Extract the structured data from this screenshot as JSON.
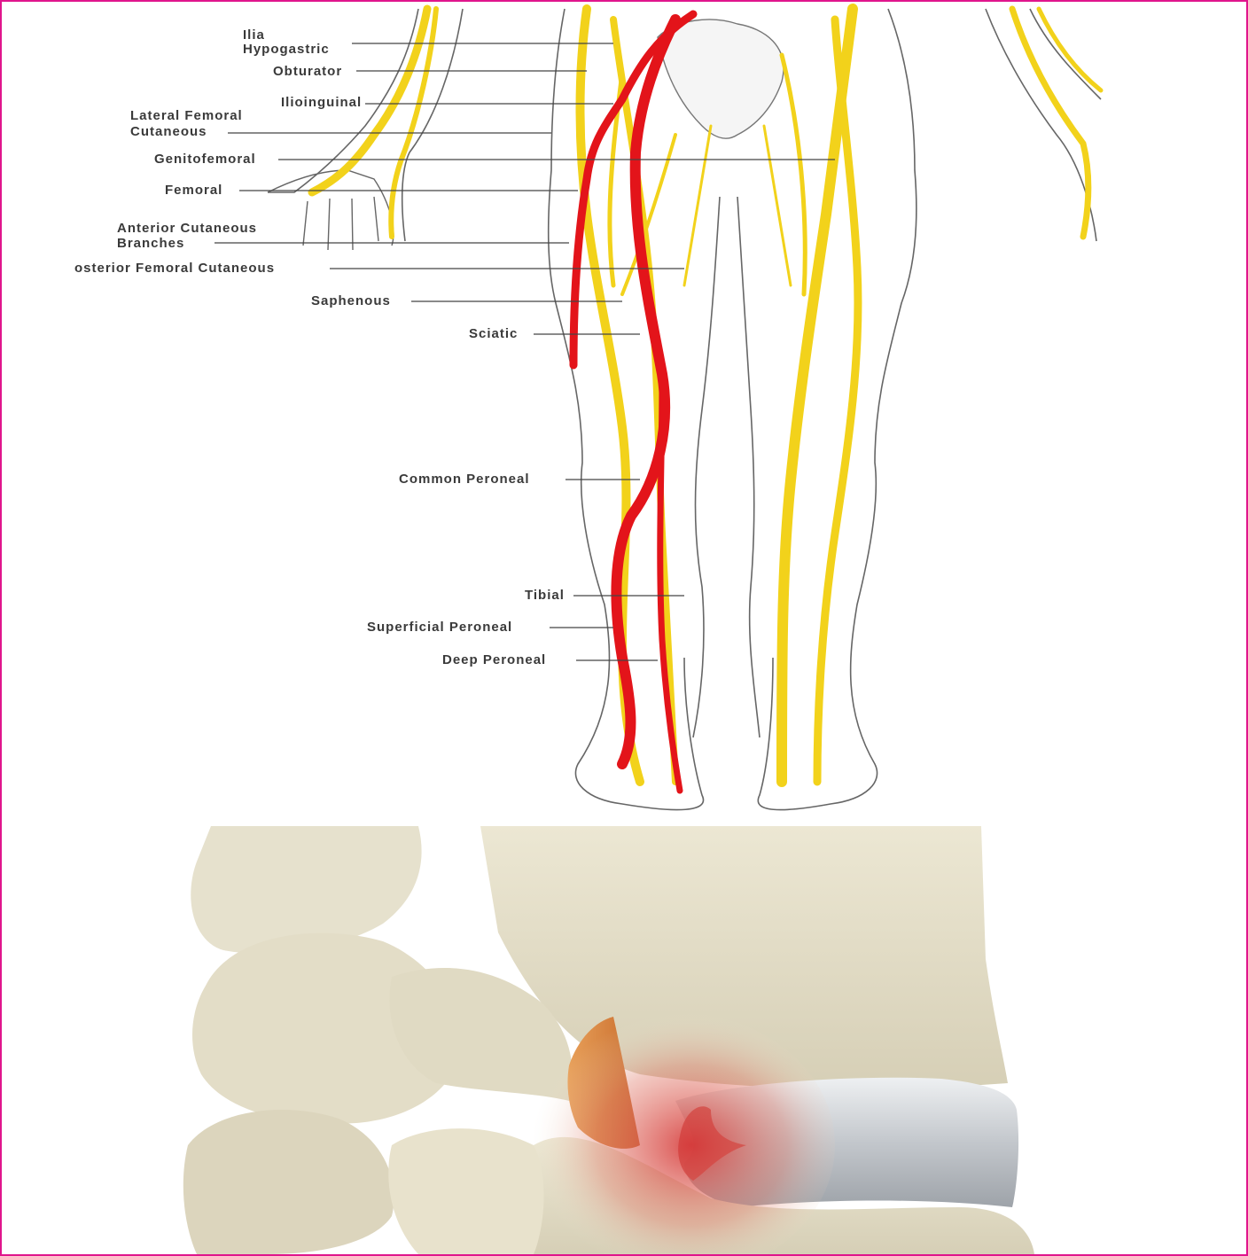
{
  "diagram": {
    "labels": [
      {
        "id": "ilia",
        "text": "Ilia"
      },
      {
        "id": "hypogastric",
        "text": "Hypogastric"
      },
      {
        "id": "obturator",
        "text": "Obturator"
      },
      {
        "id": "ilioinguinal",
        "text": "Ilioinguinal"
      },
      {
        "id": "lateral-femoral",
        "text": "Lateral Femoral"
      },
      {
        "id": "cutaneous",
        "text": "Cutaneous"
      },
      {
        "id": "genitofemoral",
        "text": "Genitofemoral"
      },
      {
        "id": "femoral",
        "text": "Femoral"
      },
      {
        "id": "anterior-cutaneous",
        "text": "Anterior Cutaneous"
      },
      {
        "id": "branches",
        "text": "Branches"
      },
      {
        "id": "posterior-femoral-cutaneous",
        "text": "osterior Femoral Cutaneous"
      },
      {
        "id": "saphenous",
        "text": "Saphenous"
      },
      {
        "id": "sciatic",
        "text": "Sciatic"
      },
      {
        "id": "common-peroneal",
        "text": "Common Peroneal"
      },
      {
        "id": "tibial",
        "text": "Tibial"
      },
      {
        "id": "superficial-peroneal",
        "text": "Superficial Peroneal"
      },
      {
        "id": "deep-peroneal",
        "text": "Deep Peroneal"
      }
    ],
    "colors": {
      "nerve": "#f2d21b",
      "sciatic_highlight": "#e3141a",
      "outline": "#555555",
      "frame": "#e0158c",
      "bone": "#e9e4cf",
      "disc": "#c9cdd3",
      "inflammation": "#d63a3a"
    }
  }
}
